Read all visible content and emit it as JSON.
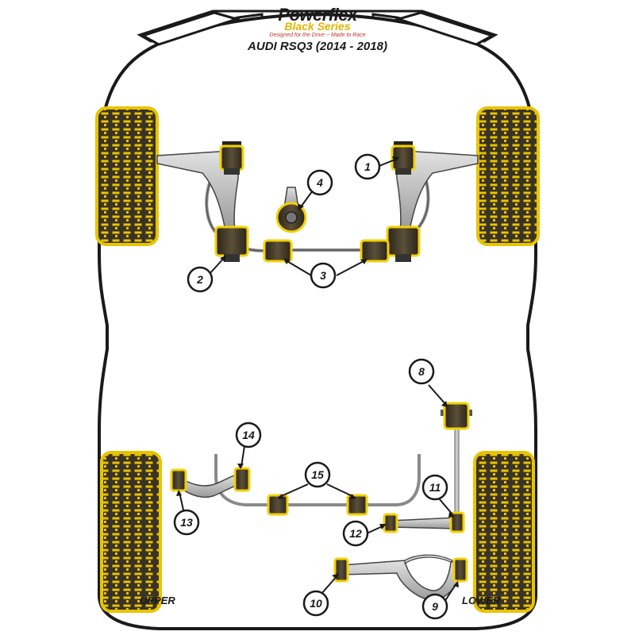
{
  "brand": {
    "name": "Powerflex",
    "series": "Black Series",
    "tagline": "Designed for the Drive ~ Made to Race"
  },
  "title": "AUDI RSQ3 (2014 - 2018)",
  "labels": {
    "upper": "UPPER",
    "lower": "LOWER"
  },
  "callouts": [
    "1",
    "2",
    "3",
    "4",
    "8",
    "9",
    "10",
    "11",
    "12",
    "13",
    "14",
    "15"
  ],
  "colors": {
    "bushing_yellow": "#f3d100",
    "tire_yellow": "#e8c400",
    "body_outline": "#1a1a1a",
    "arm_grey": "#b7b7b7",
    "bushing_dark": "#3a3325"
  }
}
